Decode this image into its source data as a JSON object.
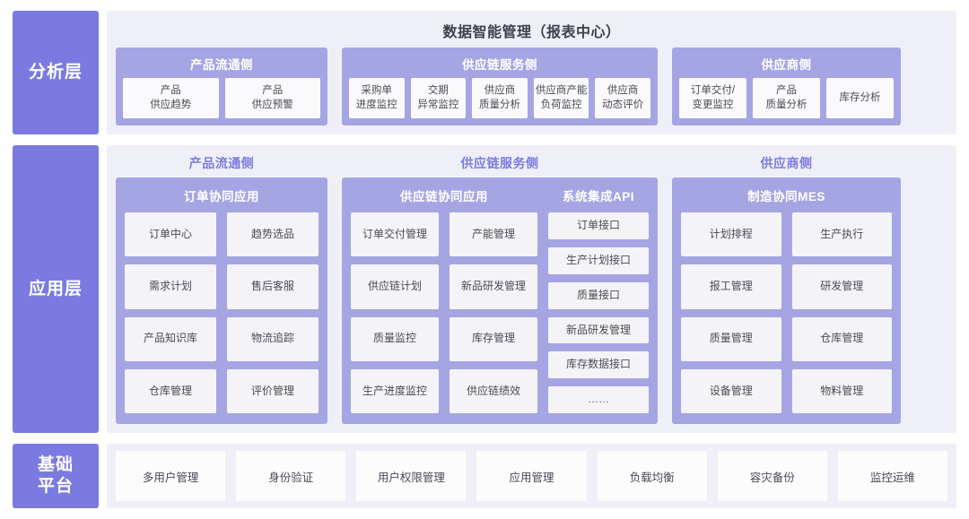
{
  "theme": {
    "label_purple": "#7b7ae0",
    "panel_purple": "#a5a5e4",
    "row_background": "#eff0f7",
    "tile_background": "#f4f4f8",
    "text_color": "#4a4a55"
  },
  "analysis_layer": {
    "label": "分析层",
    "title": "数据智能管理（报表中心）",
    "groups": [
      {
        "title": "产品流通侧",
        "items": [
          "产品\n供应趋势",
          "产品\n供应预警"
        ]
      },
      {
        "title": "供应链服务侧",
        "items": [
          "采购单\n进度监控",
          "交期\n异常监控",
          "供应商\n质量分析",
          "供应商产能\n负荷监控",
          "供应商\n动态评价"
        ]
      },
      {
        "title": "供应商侧",
        "items": [
          "订单交付/\n变更监控",
          "产品\n质量分析",
          "库存分析"
        ]
      }
    ]
  },
  "application_layer": {
    "label": "应用层",
    "headers": [
      "产品流通侧",
      "供应链服务侧",
      "供应商侧"
    ],
    "groups": [
      {
        "subgroups": [
          {
            "title": "订单协同应用",
            "columns": 2,
            "items": [
              "订单中心",
              "趋势选品",
              "需求计划",
              "售后客服",
              "产品知识库",
              "物流追踪",
              "仓库管理",
              "评价管理"
            ]
          }
        ]
      },
      {
        "subgroups": [
          {
            "title": "供应链协同应用",
            "columns": 2,
            "items": [
              "订单交付管理",
              "产能管理",
              "供应链计划",
              "新品研发管理",
              "质量监控",
              "库存管理",
              "生产进度监控",
              "供应链绩效"
            ]
          },
          {
            "title": "系统集成API",
            "columns": 1,
            "items": [
              "订单接口",
              "生产计划接口",
              "质量接口",
              "新品研发管理",
              "库存数据接口",
              "……"
            ]
          }
        ]
      },
      {
        "subgroups": [
          {
            "title": "制造协同MES",
            "columns": 2,
            "items": [
              "计划排程",
              "生产执行",
              "报工管理",
              "研发管理",
              "质量管理",
              "仓库管理",
              "设备管理",
              "物料管理"
            ]
          }
        ]
      }
    ]
  },
  "foundation_layer": {
    "label": "基础\n平台",
    "items": [
      "多用户管理",
      "身份验证",
      "用户权限管理",
      "应用管理",
      "负载均衡",
      "容灾备份",
      "监控运维"
    ]
  }
}
